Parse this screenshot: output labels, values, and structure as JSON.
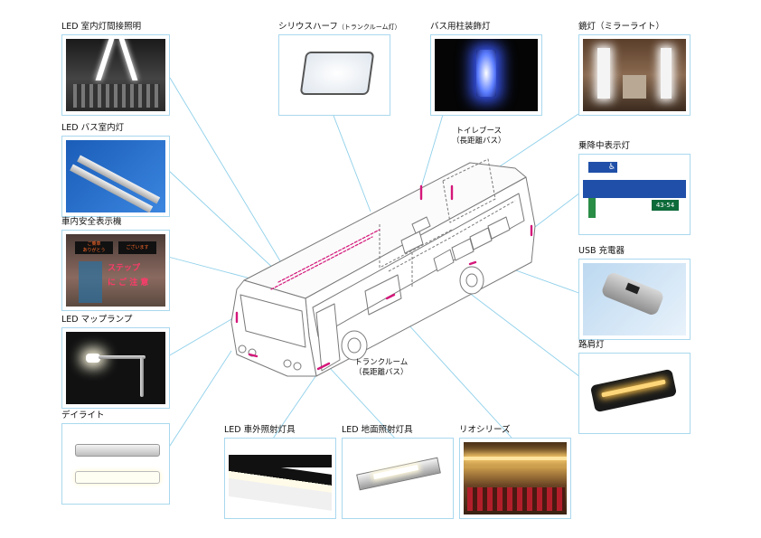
{
  "colors": {
    "leader": "#8fd0ea",
    "frame": "#a9d8ee",
    "accent": "#d4177a",
    "outline": "#7a7a7a"
  },
  "products": [
    {
      "id": "indirect",
      "label": "LED 室内灯間接照明"
    },
    {
      "id": "bus-interior",
      "label": "LED バス室内灯"
    },
    {
      "id": "safety-display",
      "label": "車内安全表示機"
    },
    {
      "id": "map-lamp",
      "label": "LED マップランプ"
    },
    {
      "id": "daylight",
      "label": "デイライト"
    },
    {
      "id": "sirius-half",
      "label": "シリウスハーフ",
      "label_small": "（トランクルーム灯）"
    },
    {
      "id": "pillar",
      "label": "バス用柱装飾灯"
    },
    {
      "id": "mirror",
      "label": "鏡灯（ミラーライト）"
    },
    {
      "id": "boarding",
      "label": "乗降中表示灯"
    },
    {
      "id": "usb",
      "label": "USB 充電器"
    },
    {
      "id": "shoulder",
      "label": "路肩灯"
    },
    {
      "id": "exterior",
      "label": "LED 車外照射灯具"
    },
    {
      "id": "ground",
      "label": "LED 地面照射灯具"
    },
    {
      "id": "rio",
      "label": "リオシリーズ"
    }
  ],
  "callouts": {
    "toilet": {
      "line1": "トイレブース",
      "line2": "（長距離バス）"
    },
    "trunk": {
      "line1": "トランクルーム",
      "line2": "（長距離バス）"
    }
  },
  "photo_text": {
    "display_a": "ご乗車",
    "display_b": "ありがとう",
    "display_c": "ございます",
    "display_d": "ステップ",
    "display_e": "に ご 注 意",
    "plate": "43-54"
  }
}
